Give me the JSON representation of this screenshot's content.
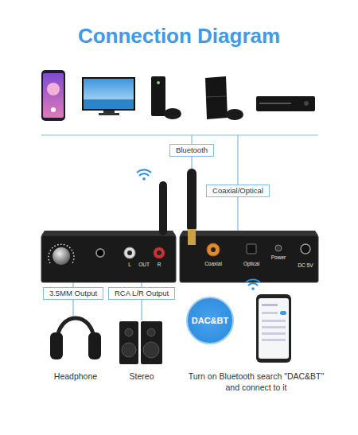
{
  "diagram": {
    "title": "Connection Diagram",
    "nodes": [
      {
        "text": [
          "Bluetooth"
        ]
      },
      {
        "text": [
          "Coaxial/Optical"
        ]
      },
      {
        "text": [
          "L",
          "OUT",
          "R"
        ]
      },
      {
        "text": [
          "Coaxial",
          "Optical",
          "Power",
          "DC 5V"
        ]
      },
      {
        "text": [
          "3.5MM Output"
        ]
      },
      {
        "text": [
          "RCA L/R Output"
        ]
      },
      {
        "text": [
          "DAC&BT"
        ]
      }
    ],
    "edges": [
      {
        "from": 0,
        "to": 3,
        "arrow": "none"
      },
      {
        "from": 1,
        "to": 3,
        "arrow": "none"
      },
      {
        "from": 2,
        "to": 4,
        "arrow": "none"
      },
      {
        "from": 2,
        "to": 5,
        "arrow": "none"
      }
    ],
    "labels": [
      "Headphone",
      "Stereo",
      "Turn on Bluetooth search \"DAC&BT\" and connect to it"
    ]
  }
}
